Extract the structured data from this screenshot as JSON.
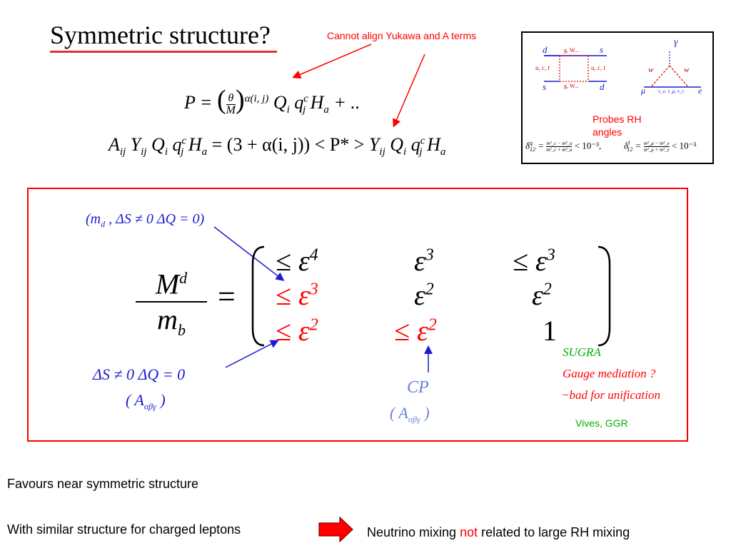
{
  "slide": {
    "title": "Symmetric structure?",
    "yukawa_note": "Cannot align Yukawa and A terms",
    "probes_note_line1": "Probes RH",
    "probes_note_line2": "angles"
  },
  "equations": {
    "potential": {
      "lhs": "P = ",
      "theta": "θ",
      "M": "M",
      "exponent": "α(i, j)",
      "rest": "Q",
      "q": "q",
      "H": "H",
      "a": "a",
      "tail": " + ..",
      "sub_i": "i",
      "sub_j": "j",
      "sup_c": "c"
    },
    "trilinear": {
      "text_A": "A",
      "text_ij": "ij",
      "text_Y": "Y",
      "text_Q": "Q",
      "text_i": "i",
      "text_q": "q",
      "text_j": "j",
      "text_c": "c",
      "text_H": "H",
      "text_a": "a",
      "middle": " = (3 + α(i, j)) < P* > ",
      "sup_c": "c"
    }
  },
  "inset": {
    "box_labels": [
      "d",
      "s",
      "s",
      "d"
    ],
    "box_squark_left": "u, c, t",
    "box_squark_right": "u, c, t",
    "box_gauge_top": "g, W...",
    "box_gauge_bottom": "g, W...",
    "penguin_gamma": "γ",
    "penguin_w_left": "w",
    "penguin_w_right": "w",
    "penguin_mu": "μ",
    "penguin_e": "e",
    "penguin_nu": "ν_e, ν_μ, ν_τ",
    "delta_q": "δ",
    "delta_q_sup": "q",
    "delta_q_sub": "12",
    "frac_q_num": "m²_c − m²_u",
    "frac_q_den": "m²_c + m²_u",
    "bound_q": "< 10⁻³,",
    "delta_l": "δ",
    "delta_l_sup": "l",
    "delta_l_sub": "12",
    "frac_l_num": "m²_μ − m²_e",
    "frac_l_den": "m²_μ + m²_e",
    "bound_l": "< 10⁻³"
  },
  "matrix": {
    "lhs_M": "M",
    "lhs_d": "d",
    "lhs_m": "m",
    "lhs_b": "b",
    "equals": "=",
    "rows": [
      [
        "≤ ε⁴",
        "ε³",
        "≤ ε³"
      ],
      [
        "≤ ε³",
        "ε²",
        "ε²"
      ],
      [
        "≤ ε²",
        "≤ ε²",
        "1"
      ]
    ],
    "cell_base": [
      "≤ ε",
      "ε",
      "≤ ε",
      "≤ ε",
      "ε",
      "ε",
      "≤ ε",
      "≤ ε",
      "1"
    ],
    "cell_pow": [
      "4",
      "3",
      "3",
      "3",
      "2",
      "2",
      "2",
      "2",
      ""
    ],
    "top_annotation": "(m_d , ΔS ≠ 0 ΔQ = 0)",
    "top_annotation_main": "(m",
    "top_annotation_sub": "d",
    "top_annotation_rest": " , ΔS ≠ 0 ΔQ = 0)",
    "left_annotation_line1": "ΔS ≠ 0 ΔQ = 0",
    "left_annotation_line2_a": "( A",
    "left_annotation_line2_sub": "αβγ",
    "left_annotation_line2_b": " )",
    "cp_label": "CP",
    "cp_line2_a": "( A",
    "cp_line2_sub": "αβγ",
    "cp_line2_b": " )",
    "sugra": "SUGRA",
    "gauge_mediation": "Gauge mediation ?",
    "bad_unification": "−bad  for unification",
    "vives": "Vives, GGR"
  },
  "bottom": {
    "line1": "Favours near symmetric structure",
    "line2": "With similar structure for charged leptons",
    "result_a": "Neutrino mixing ",
    "result_not": "not",
    "result_b": " related to large RH mixing"
  },
  "colors": {
    "accent_red": "#ff0000",
    "annotation_blue": "#1a1ad0",
    "note_green": "#00b000",
    "cp_blue": "#6a7fd8"
  }
}
